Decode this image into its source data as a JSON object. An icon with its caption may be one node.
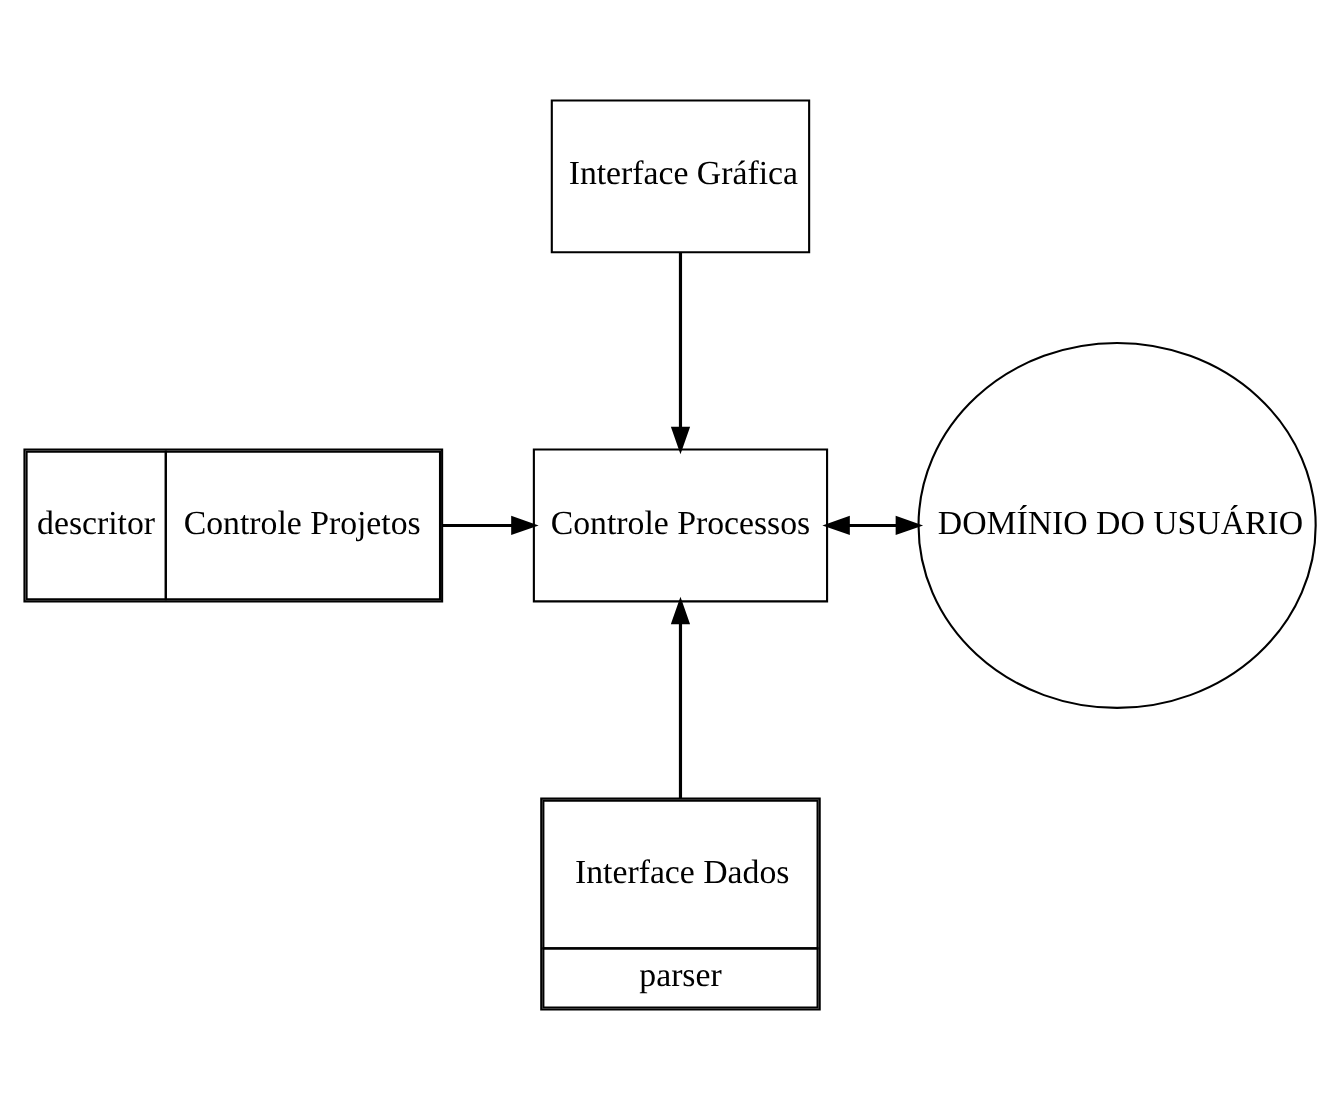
{
  "diagram": {
    "nodes": [
      {
        "text": [
          "Interface Gráfica"
        ]
      },
      {
        "text": [
          "descritor",
          "Controle Projetos"
        ]
      },
      {
        "text": [
          "Controle Processos"
        ]
      },
      {
        "text": [
          "DOMÍNIO DO USUÁRIO"
        ]
      },
      {
        "text": [
          "Interface Dados",
          "parser"
        ]
      }
    ],
    "edges": [
      {
        "from": 0,
        "to": 2,
        "arrow": "to"
      },
      {
        "from": 1,
        "to": 2,
        "arrow": "to"
      },
      {
        "from": 2,
        "to": 3,
        "arrow": "both"
      },
      {
        "from": 4,
        "to": 2,
        "arrow": "to"
      }
    ]
  }
}
